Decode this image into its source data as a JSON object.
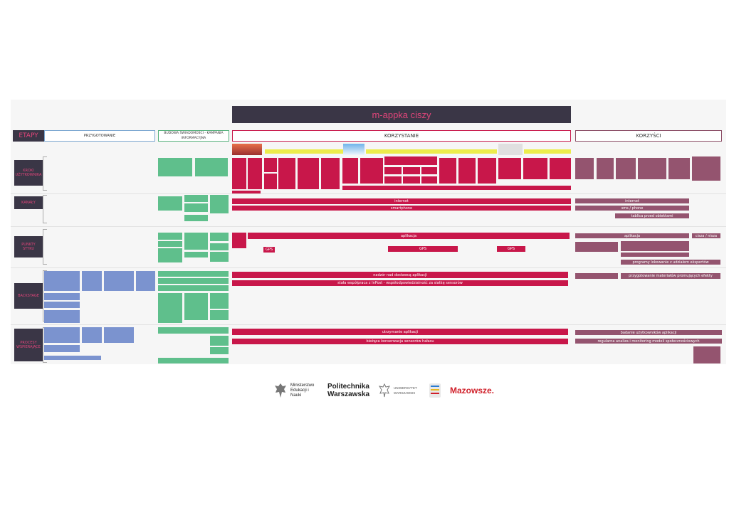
{
  "title": "m-appka ciszy",
  "stages": {
    "etapy": "ETAPY",
    "przygotowanie": "PRZYGOTOWANIE",
    "budowa": "BUDOWA ŚWIADOMOŚCI - KAMPANIA INFORMACYJNA",
    "korzystanie": "KORZYSTANIE",
    "korzysci": "KORZYŚCI"
  },
  "rows": {
    "kroki": "KROKI UŻYTKOWNIKA",
    "kanaly": "KANAŁY",
    "punkty": "PUNKTY STYKU",
    "backstage": "BACKSTAGE",
    "procesy": "PROCESY WSPIERAJĄCE"
  },
  "bars": {
    "internet": "internet",
    "smartphone": "smartphone",
    "aplikacja": "aplikacja",
    "gps": "GPS",
    "nadzor": "nadzór nad dostawcą aplikacji",
    "stala": "stała współpraca z InPost - współodpowiedzialność za siatkę sensorów",
    "utrzymanie": "utrzymanie aplikacji",
    "biezaca": "bieżąca konserwacja sensorów hałasu",
    "k_internet": "internet",
    "k_sms": "sms / phone",
    "k_tablica": "tablica przed obiektami",
    "k_aplikacja": "aplikacja",
    "k_cisza": "cisza / nisza",
    "k_przygotowanie": "przygotowanie materiałów promujących efekty",
    "k_programy": "programy lokowanie z udziałem ekspertów",
    "k_badania": "badanie użytkowników aplikacji",
    "k_regularna": "regularna analiza i monitoring modeli społecznościowych"
  },
  "logos": {
    "ministerstwo": "Ministerstwo Edukacji i Nauki",
    "pw1": "Politechnika",
    "pw2": "Warszawska",
    "uw": "UNIWERSYTET WARSZAWSKI",
    "mazowsze": "Mazowsze."
  },
  "colors": {
    "przygotowanie": "#7b93cf",
    "budowa": "#5fbf8c",
    "korzystanie": "#c8174a",
    "korzysci": "#94546f",
    "dark": "#3a3646",
    "accent": "#e0457a"
  }
}
